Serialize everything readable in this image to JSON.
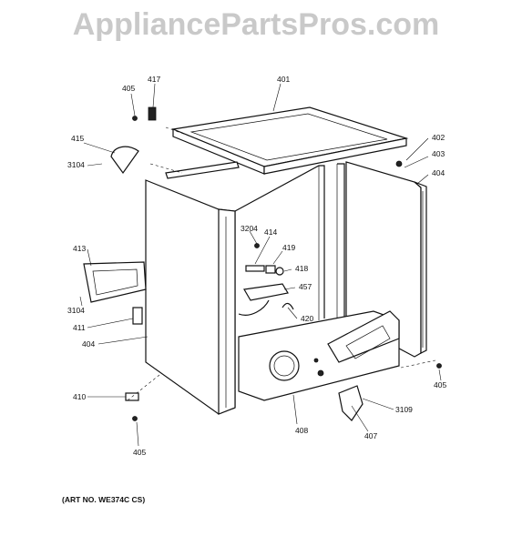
{
  "watermark": "AppliancePartsPros.com",
  "art_number": "(ART NO. WE374C CS)",
  "callouts": [
    "401",
    "402",
    "403",
    "404",
    "404",
    "405",
    "405",
    "405",
    "407",
    "408",
    "410",
    "411",
    "413",
    "414",
    "415",
    "417",
    "418",
    "419",
    "420",
    "457",
    "3104",
    "3104",
    "3109",
    "3204"
  ]
}
